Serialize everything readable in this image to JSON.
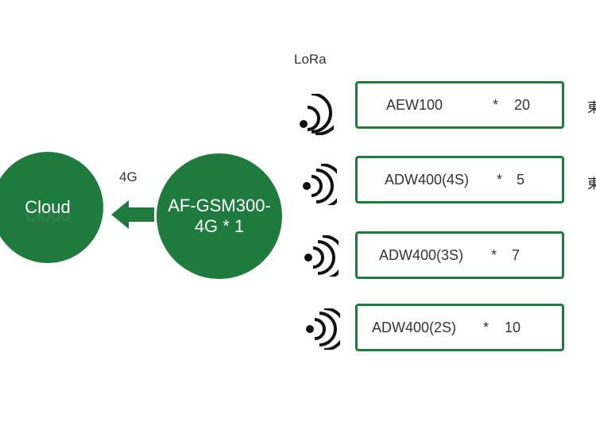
{
  "cloud": {
    "label": "Cloud"
  },
  "gateway": {
    "label": "AF-GSM300-\n4G * 1"
  },
  "link_label": "4G",
  "protocol_label": "LoRa",
  "devices": [
    {
      "name": "AEW100",
      "mult": "*",
      "qty": "20"
    },
    {
      "name": "ADW400(4S)",
      "mult": "*",
      "qty": "5"
    },
    {
      "name": "ADW400(3S)",
      "mult": "*",
      "qty": "7"
    },
    {
      "name": "ADW400(2S)",
      "mult": "*",
      "qty": "10"
    }
  ],
  "edge_text": [
    "東",
    "東"
  ],
  "colors": {
    "accent": "#1e7a3d",
    "text": "#333333"
  },
  "icons": [
    "wifi-signal-icon",
    "arrow-left-icon"
  ]
}
